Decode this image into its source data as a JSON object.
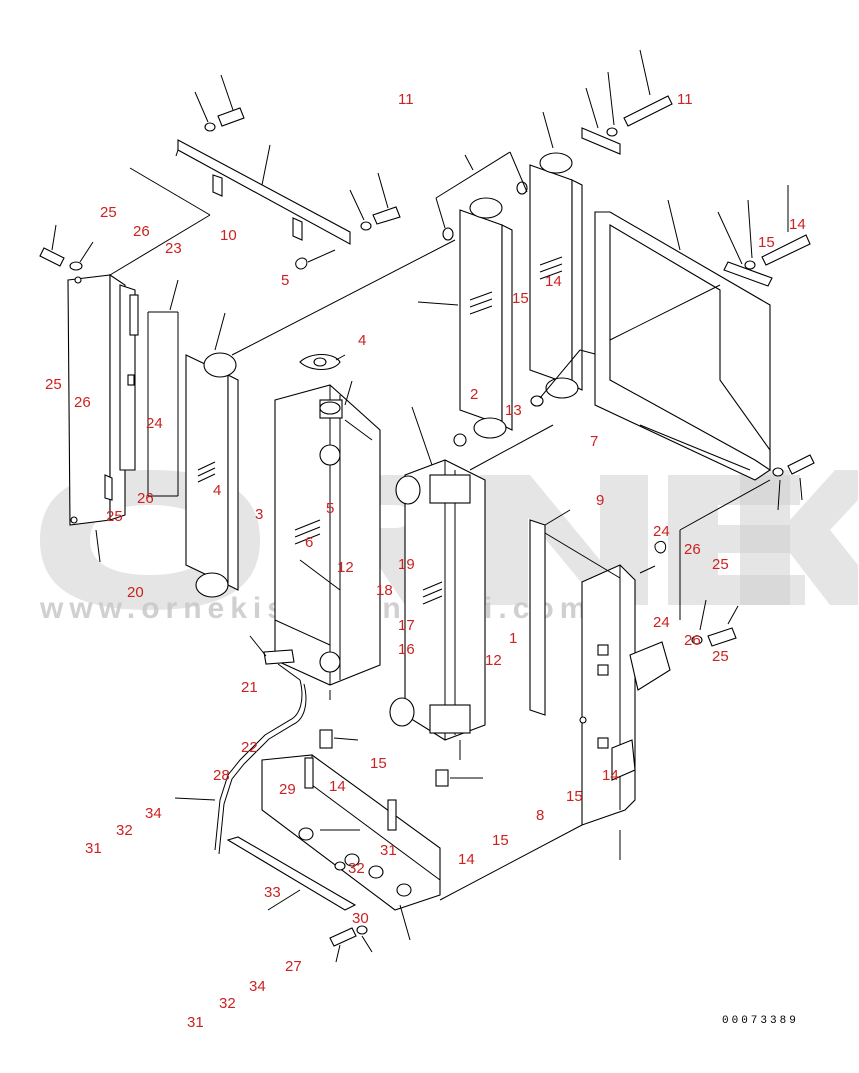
{
  "watermark": {
    "brand": "ORNEK",
    "url": "www.ornekismakinalari.com.tr"
  },
  "document_number": "00073389",
  "callouts": [
    {
      "id": "c11a",
      "text": "11"
    },
    {
      "id": "c11b",
      "text": "11"
    },
    {
      "id": "c25a",
      "text": "25"
    },
    {
      "id": "c26a",
      "text": "26"
    },
    {
      "id": "c23",
      "text": "23"
    },
    {
      "id": "c10",
      "text": "10"
    },
    {
      "id": "c14a",
      "text": "14"
    },
    {
      "id": "c15a",
      "text": "15"
    },
    {
      "id": "c5a",
      "text": "5"
    },
    {
      "id": "c15b",
      "text": "15"
    },
    {
      "id": "c14b",
      "text": "14"
    },
    {
      "id": "c4a",
      "text": "4"
    },
    {
      "id": "c25b",
      "text": "25"
    },
    {
      "id": "c26b",
      "text": "26"
    },
    {
      "id": "c24a",
      "text": "24"
    },
    {
      "id": "c2",
      "text": "2"
    },
    {
      "id": "c13",
      "text": "13"
    },
    {
      "id": "c7",
      "text": "7"
    },
    {
      "id": "c26c",
      "text": "26"
    },
    {
      "id": "c4b",
      "text": "4"
    },
    {
      "id": "c25c",
      "text": "25"
    },
    {
      "id": "c3",
      "text": "3"
    },
    {
      "id": "c5b",
      "text": "5"
    },
    {
      "id": "c6",
      "text": "6"
    },
    {
      "id": "c12a",
      "text": "12"
    },
    {
      "id": "c19",
      "text": "19"
    },
    {
      "id": "c9",
      "text": "9"
    },
    {
      "id": "c24b",
      "text": "24"
    },
    {
      "id": "c26d",
      "text": "26"
    },
    {
      "id": "c25d",
      "text": "25"
    },
    {
      "id": "c20",
      "text": "20"
    },
    {
      "id": "c18",
      "text": "18"
    },
    {
      "id": "c17",
      "text": "17"
    },
    {
      "id": "c16",
      "text": "16"
    },
    {
      "id": "c1",
      "text": "1"
    },
    {
      "id": "c12b",
      "text": "12"
    },
    {
      "id": "c24c",
      "text": "24"
    },
    {
      "id": "c26e",
      "text": "26"
    },
    {
      "id": "c25e",
      "text": "25"
    },
    {
      "id": "c21",
      "text": "21"
    },
    {
      "id": "c22",
      "text": "22"
    },
    {
      "id": "c28",
      "text": "28"
    },
    {
      "id": "c29",
      "text": "29"
    },
    {
      "id": "c14c",
      "text": "14"
    },
    {
      "id": "c15c",
      "text": "15"
    },
    {
      "id": "c14d",
      "text": "14"
    },
    {
      "id": "c34a",
      "text": "34"
    },
    {
      "id": "c32a",
      "text": "32"
    },
    {
      "id": "c31a",
      "text": "31"
    },
    {
      "id": "c15d",
      "text": "15"
    },
    {
      "id": "c8",
      "text": "8"
    },
    {
      "id": "c31b",
      "text": "31"
    },
    {
      "id": "c15e",
      "text": "15"
    },
    {
      "id": "c14e",
      "text": "14"
    },
    {
      "id": "c32b",
      "text": "32"
    },
    {
      "id": "c33",
      "text": "33"
    },
    {
      "id": "c30",
      "text": "30"
    },
    {
      "id": "c27",
      "text": "27"
    },
    {
      "id": "c34b",
      "text": "34"
    },
    {
      "id": "c32c",
      "text": "32"
    },
    {
      "id": "c31c",
      "text": "31"
    }
  ]
}
